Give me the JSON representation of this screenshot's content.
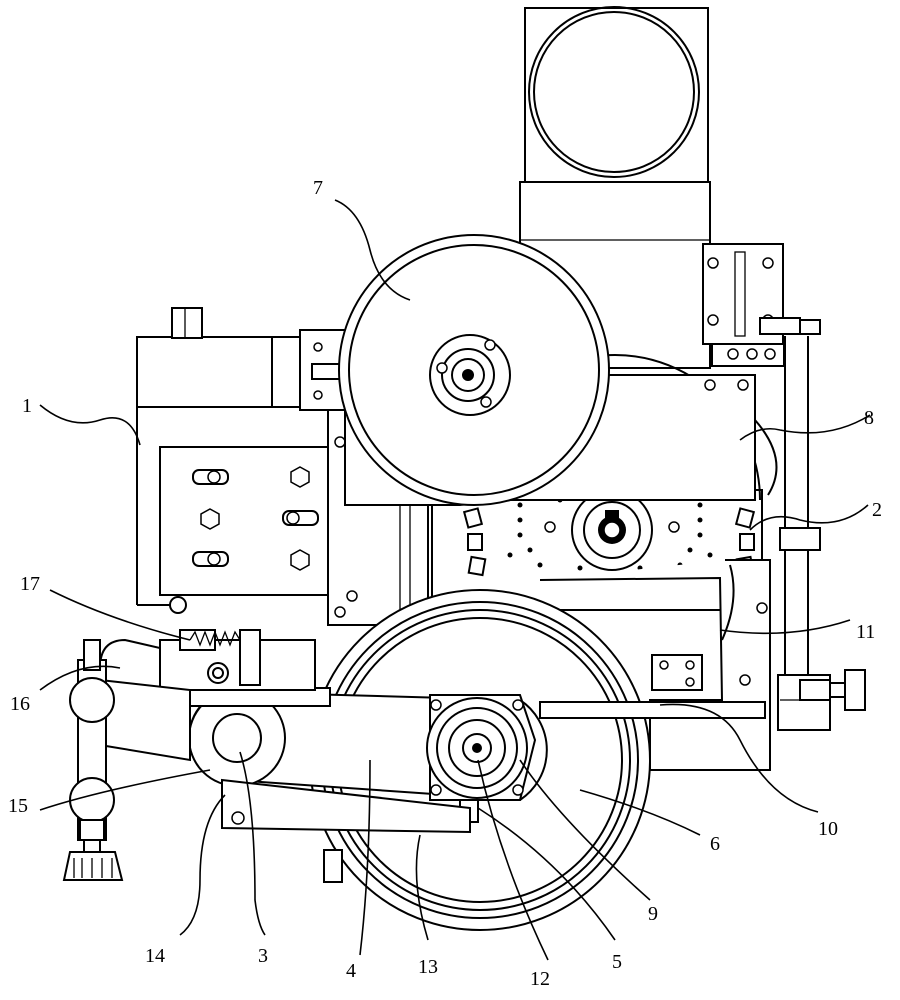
{
  "labels": [
    {
      "id": "1",
      "text": "1"
    },
    {
      "id": "2",
      "text": "2"
    },
    {
      "id": "3",
      "text": "3"
    },
    {
      "id": "4",
      "text": "4"
    },
    {
      "id": "5",
      "text": "5"
    },
    {
      "id": "6",
      "text": "6"
    },
    {
      "id": "7",
      "text": "7"
    },
    {
      "id": "8",
      "text": "8"
    },
    {
      "id": "9",
      "text": "9"
    },
    {
      "id": "10",
      "text": "10"
    },
    {
      "id": "11",
      "text": "11"
    },
    {
      "id": "12",
      "text": "12"
    },
    {
      "id": "13",
      "text": "13"
    },
    {
      "id": "14",
      "text": "14"
    },
    {
      "id": "15",
      "text": "15"
    },
    {
      "id": "16",
      "text": "16"
    },
    {
      "id": "17",
      "text": "17"
    }
  ]
}
